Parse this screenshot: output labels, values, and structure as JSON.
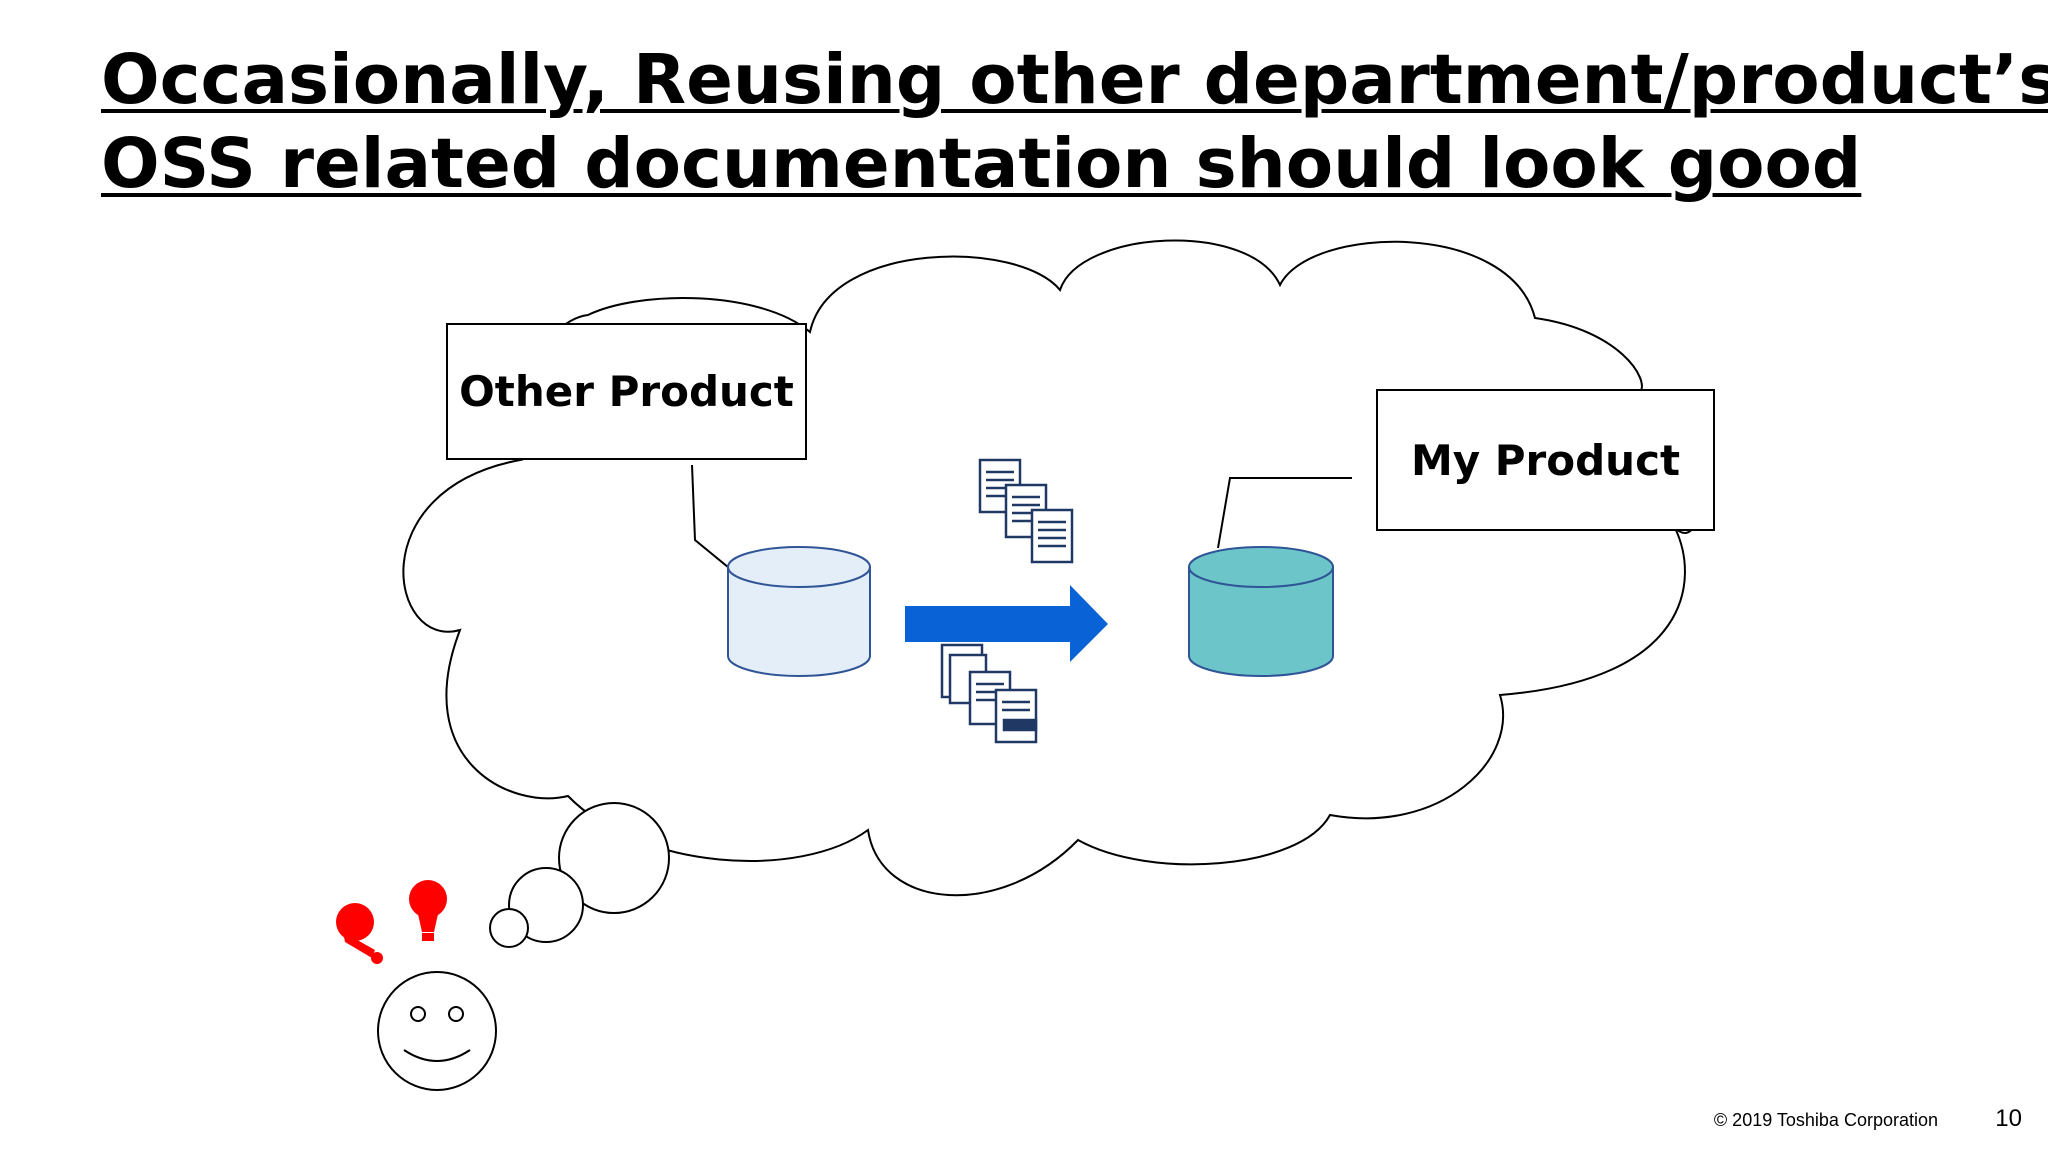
{
  "slide": {
    "title_line1": "Occasionally, Reusing other department/product’s",
    "title_line2": "OSS related documentation should look good",
    "footer": "© 2019 Toshiba Corporation",
    "page_number": "10"
  },
  "diagram": {
    "source_label": "Other Product",
    "target_label": "My Product",
    "colors": {
      "source_db_fill": "#e3eef9",
      "target_db_fill": "#6cc6c9",
      "db_stroke": "#2f5597",
      "arrow": "#0a63d6",
      "idea_bulb": "#ff0000",
      "doc_stroke": "#1f3864"
    },
    "icons": [
      "cloud-thought-bubble",
      "database-icon",
      "right-arrow-icon",
      "document-stack-icon",
      "lightbulb-icon",
      "smiley-face-icon"
    ]
  }
}
